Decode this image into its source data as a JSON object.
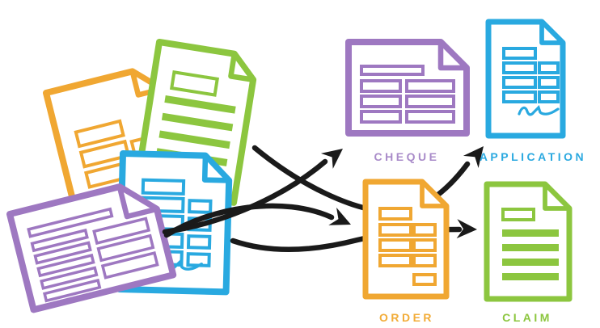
{
  "diagram": {
    "description": "document classification diagram",
    "palette": {
      "yellow": "#F0A732",
      "green": "#8CC63F",
      "blue": "#29A9E0",
      "purple": "#9E78C1",
      "arrow_black": "#1A1A1A",
      "paper_white": "#FFFFFF"
    },
    "pile_documents": [
      {
        "name": "yellow-document",
        "color_key": "yellow",
        "content": "form rows"
      },
      {
        "name": "green-document",
        "color_key": "green",
        "content": "title box and text lines"
      },
      {
        "name": "blue-document",
        "color_key": "blue",
        "content": "form rows and signature",
        "has_signature": true
      },
      {
        "name": "purple-document",
        "color_key": "purple",
        "content": "two-column form rows"
      }
    ],
    "categories": [
      {
        "name": "cheque",
        "label": "CHEQUE",
        "color_key": "purple",
        "label_color": "#A98BC9"
      },
      {
        "name": "application",
        "label": "APPLICATION",
        "color_key": "blue",
        "label_color": "#2BA9E0",
        "has_signature": true
      },
      {
        "name": "order",
        "label": "ORDER",
        "color_key": "yellow",
        "label_color": "#F2AC38"
      },
      {
        "name": "claim",
        "label": "CLAIM",
        "color_key": "green",
        "label_color": "#8CC63F"
      }
    ],
    "arrows": [
      {
        "name": "arrow-to-cheque",
        "from": "document-pile",
        "to": "CHEQUE"
      },
      {
        "name": "arrow-to-order",
        "from": "document-pile",
        "to": "ORDER"
      },
      {
        "name": "arrow-to-application",
        "from": "document-pile",
        "to": "APPLICATION"
      },
      {
        "name": "arrow-to-claim",
        "from": "document-pile",
        "to": "CLAIM"
      }
    ]
  }
}
